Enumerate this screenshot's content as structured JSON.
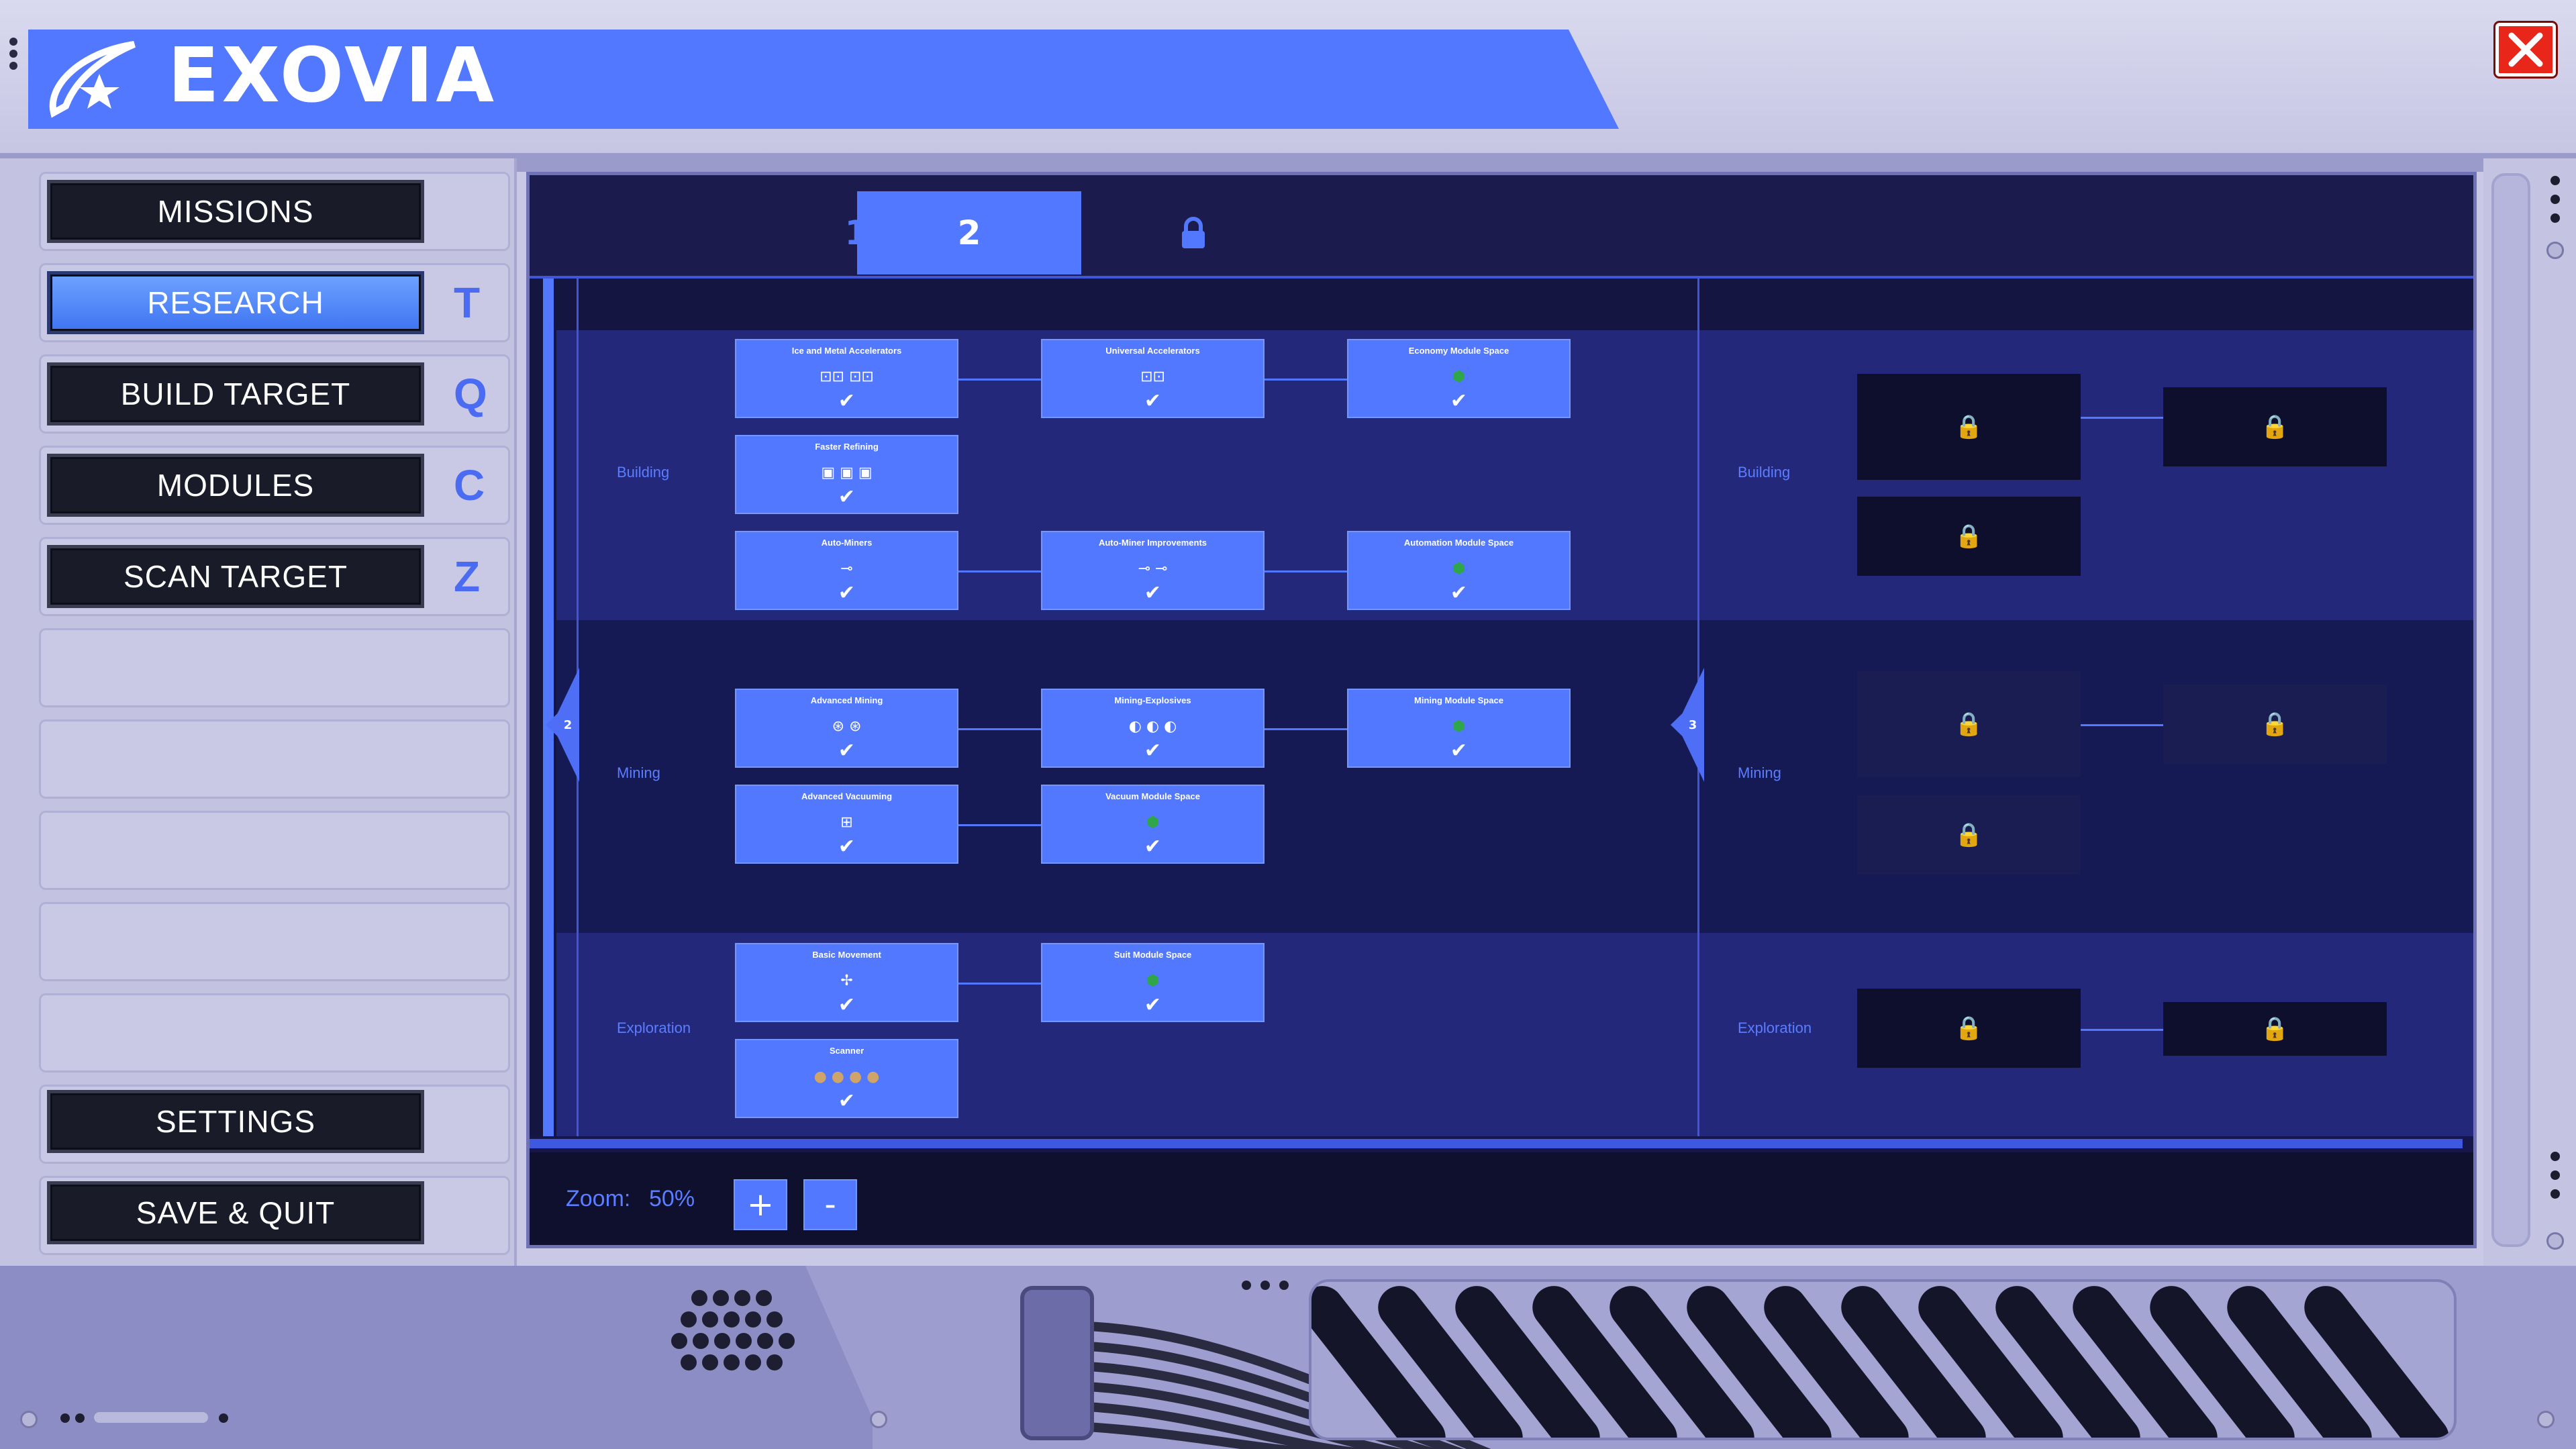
{
  "app": {
    "title": "EXOVIA"
  },
  "sidebar": {
    "items": [
      {
        "label": "MISSIONS",
        "hotkey": "",
        "active": false
      },
      {
        "label": "RESEARCH",
        "hotkey": "T",
        "active": true
      },
      {
        "label": "BUILD TARGET",
        "hotkey": "Q",
        "active": false
      },
      {
        "label": "MODULES",
        "hotkey": "C",
        "active": false
      },
      {
        "label": "SCAN TARGET",
        "hotkey": "Z",
        "active": false
      }
    ],
    "settings_label": "SETTINGS",
    "save_quit_label": "SAVE & QUIT"
  },
  "research": {
    "tabs": [
      {
        "label": "1",
        "active": false
      },
      {
        "label": "2",
        "active": true
      },
      {
        "label": "",
        "icon": "lock-icon",
        "active": false
      }
    ],
    "page_prev": "2",
    "page_next": "3",
    "rows": [
      {
        "label": "Building"
      },
      {
        "label": "Mining"
      },
      {
        "label": "Exploration"
      }
    ],
    "right_rows": [
      {
        "label": "Building"
      },
      {
        "label": "Mining"
      },
      {
        "label": "Exploration"
      }
    ],
    "nodes": {
      "ice_metal": {
        "title": "Ice and Metal Accelerators",
        "icons": "⊡⊡ ⊡⊡",
        "check": "✔"
      },
      "universal": {
        "title": "Universal Accelerators",
        "icons": "⊡⊡",
        "check": "✔"
      },
      "economy": {
        "title": "Economy Module Space",
        "icons": "⬢",
        "check": "✔"
      },
      "faster_refining": {
        "title": "Faster Refining",
        "icons": "▣ ▣ ▣",
        "check": "✔"
      },
      "auto_miners": {
        "title": "Auto-Miners",
        "icons": "⊸",
        "check": "✔"
      },
      "auto_miner_impr": {
        "title": "Auto-Miner Improvements",
        "icons": "⊸ ⊸",
        "check": "✔"
      },
      "automation": {
        "title": "Automation Module Space",
        "icons": "⬢",
        "check": "✔"
      },
      "adv_mining": {
        "title": "Advanced Mining",
        "icons": "⊛ ⊛",
        "check": "✔"
      },
      "mining_explosives": {
        "title": "Mining-Explosives",
        "icons": "◐ ◐ ◐",
        "check": "✔"
      },
      "mining_module": {
        "title": "Mining Module Space",
        "icons": "⬢",
        "check": "✔"
      },
      "adv_vacuuming": {
        "title": "Advanced Vacuuming",
        "icons": "⊞",
        "check": "✔"
      },
      "vacuum_module": {
        "title": "Vacuum Module Space",
        "icons": "⬢",
        "check": "✔"
      },
      "basic_movement": {
        "title": "Basic Movement",
        "icons": "✢",
        "check": "✔"
      },
      "suit_module": {
        "title": "Suit Module Space",
        "icons": "⬢",
        "check": "✔"
      },
      "scanner": {
        "title": "Scanner",
        "icons": "● ● ● ●",
        "check": "✔"
      }
    },
    "lock_glyph": "🔒"
  },
  "zoom": {
    "label": "Zoom:",
    "value": "50%",
    "plus": "+",
    "minus": "-"
  },
  "colors": {
    "accent": "#5278ff",
    "panel_bg": "#141541",
    "frame": "#c3c3e1",
    "close": "#e8261a"
  }
}
